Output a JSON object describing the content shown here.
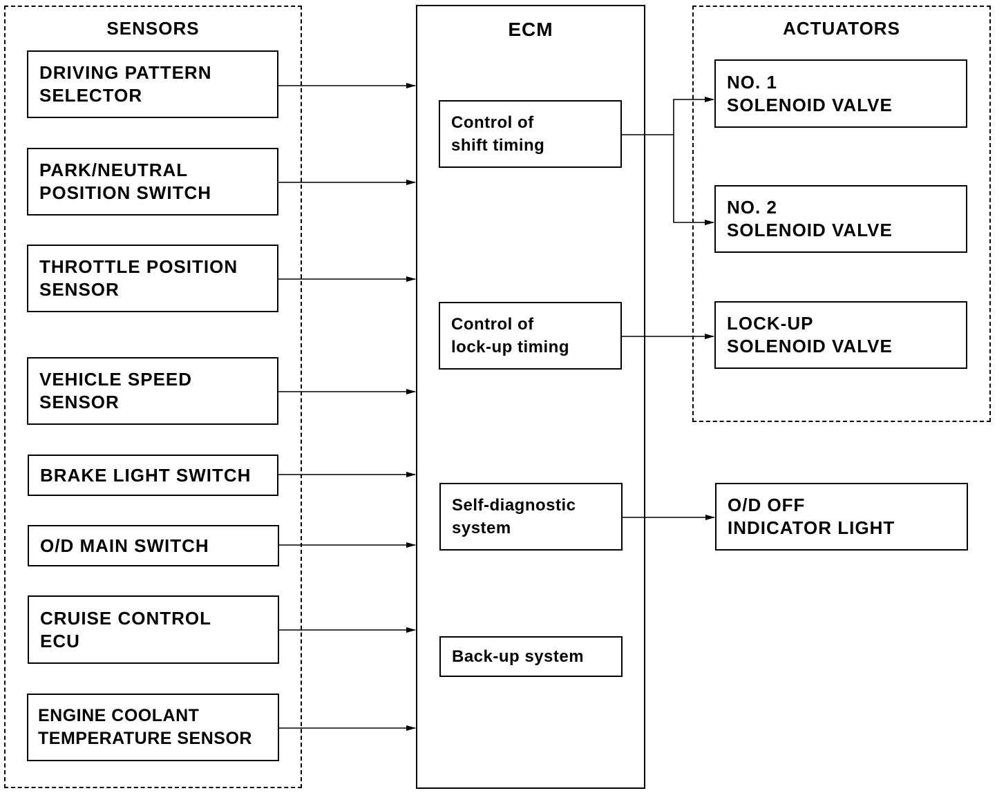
{
  "sensors": {
    "title": "SENSORS",
    "items": [
      {
        "label": "DRIVING PATTERN\nSELECTOR"
      },
      {
        "label": "PARK/NEUTRAL\nPOSITION SWITCH"
      },
      {
        "label": "THROTTLE POSITION\nSENSOR"
      },
      {
        "label": "VEHICLE SPEED\nSENSOR"
      },
      {
        "label": "BRAKE LIGHT SWITCH"
      },
      {
        "label": "O/D MAIN SWITCH"
      },
      {
        "label": "CRUISE CONTROL\nECU"
      },
      {
        "label": "ENGINE COOLANT\nTEMPERATURE SENSOR"
      }
    ]
  },
  "ecm": {
    "title": "ECM",
    "functions": [
      {
        "label": "Control of\nshift timing"
      },
      {
        "label": "Control of\nlock-up timing"
      },
      {
        "label": "Self-diagnostic\nsystem"
      },
      {
        "label": "Back-up system"
      }
    ]
  },
  "actuators": {
    "title": "ACTUATORS",
    "items": [
      {
        "label": "NO. 1\nSOLENOID VALVE"
      },
      {
        "label": "NO. 2\nSOLENOID VALVE"
      },
      {
        "label": "LOCK-UP\nSOLENOID VALVE"
      }
    ]
  },
  "indicator": {
    "label": "O/D OFF\nINDICATOR LIGHT"
  }
}
